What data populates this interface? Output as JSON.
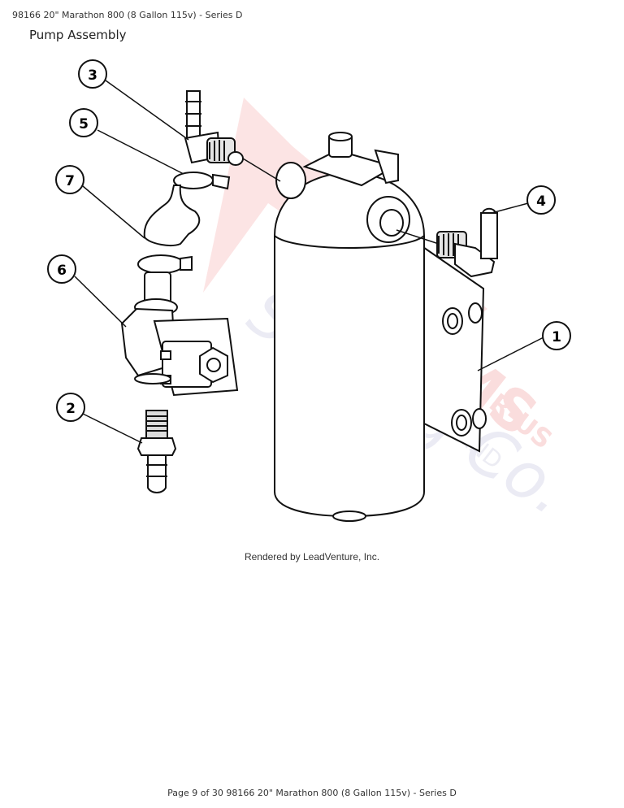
{
  "header": {
    "title": "98166 20\" Marathon 800 (8 Gallon 115v) - Series D"
  },
  "section": {
    "title": "Pump Assembly"
  },
  "callouts": [
    {
      "label": "3"
    },
    {
      "label": "5"
    },
    {
      "label": "7"
    },
    {
      "label": "6"
    },
    {
      "label": "2"
    },
    {
      "label": "4"
    },
    {
      "label": "1"
    }
  ],
  "watermark": {
    "text": "VACUUMS-R-US AND Sewing Co."
  },
  "credit": {
    "text": "Rendered by LeadVenture, Inc."
  },
  "footer": {
    "text": "Page 9 of 30 98166 20\" Marathon 800 (8 Gallon 115v) - Series D"
  }
}
